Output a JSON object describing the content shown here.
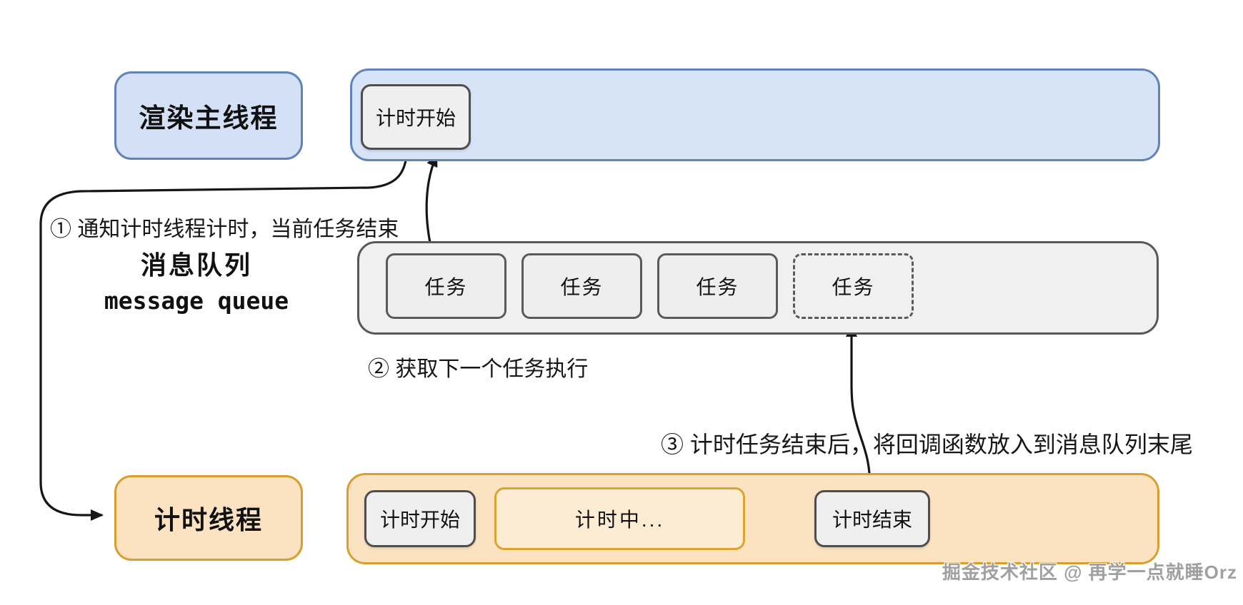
{
  "threads": {
    "render_main": {
      "label": "渲染主线程",
      "timer_start": "计时开始"
    },
    "message_queue": {
      "label_zh": "消息队列",
      "label_en": "message queue",
      "tasks": [
        "任务",
        "任务",
        "任务",
        "任务"
      ]
    },
    "timer": {
      "label": "计时线程",
      "steps": [
        "计时开始",
        "计时中...",
        "计时结束"
      ]
    }
  },
  "annotations": {
    "step1": "① 通知计时线程计时，当前任务结束",
    "step2": "② 获取下一个任务执行",
    "step3": "③ 计时任务结束后，将回调函数放入到消息队列末尾"
  },
  "watermark": "掘金技术社区 @ 再学一点就睡Orz",
  "colors": {
    "blue_fill": "#d3e0f6",
    "blue_border": "#6282ba",
    "orange_fill": "#fbe3c2",
    "orange_border": "#d89e2e",
    "gray_fill": "#efefef",
    "gray_border": "#585858",
    "line": "#161616",
    "watermark_gray": "#a0a0a0"
  }
}
